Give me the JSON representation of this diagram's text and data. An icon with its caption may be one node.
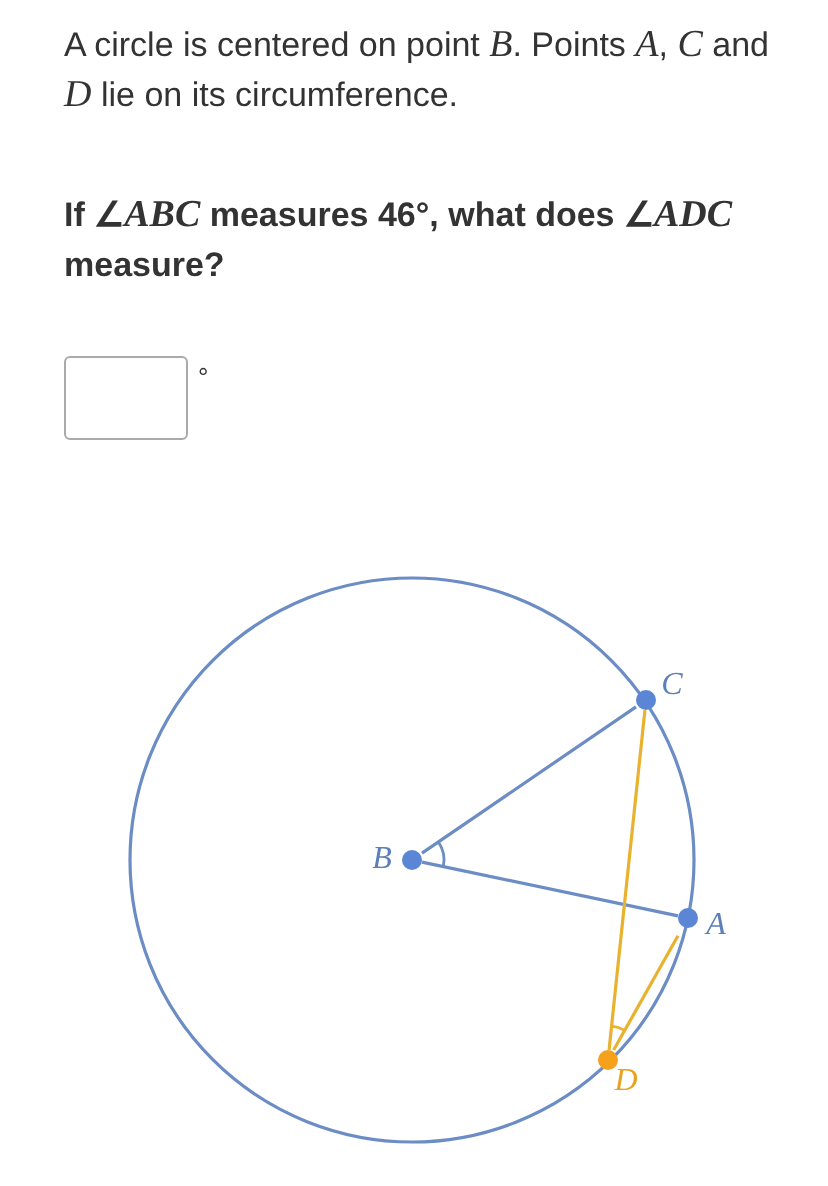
{
  "diagram": {
    "nodes": [
      {
        "text": [
          "B"
        ]
      },
      {
        "text": [
          "C"
        ]
      },
      {
        "text": [
          "A"
        ]
      },
      {
        "text": [
          "D"
        ]
      }
    ],
    "edges": [
      {
        "from": 0,
        "to": 1,
        "arrow": "none",
        "color": "#6b8cc4"
      },
      {
        "from": 0,
        "to": 2,
        "arrow": "none",
        "color": "#6b8cc4"
      },
      {
        "from": 1,
        "to": 3,
        "arrow": "none",
        "color": "#e8b22e"
      },
      {
        "from": 2,
        "to": 3,
        "arrow": "none",
        "color": "#e8b22e"
      }
    ],
    "labels": [
      "A circle is centered on point *B*. Points *A*, *C* and *D* lie on its circumference.",
      "If ∠*ABC* measures 46°, what does ∠*ADC* measure?",
      "°"
    ]
  }
}
